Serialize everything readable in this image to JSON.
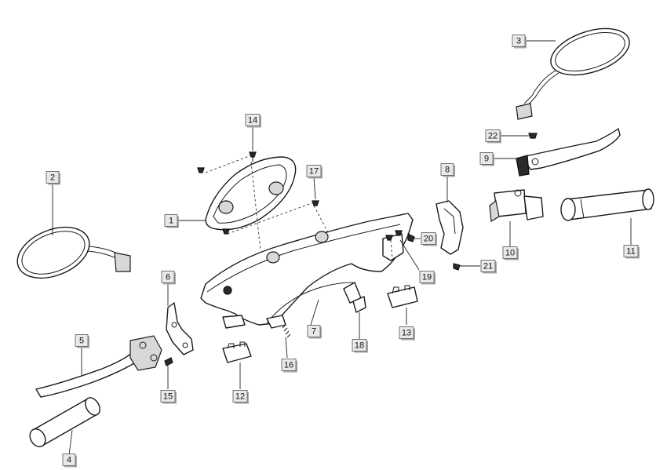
{
  "callouts": [
    {
      "id": "1",
      "label": "1"
    },
    {
      "id": "2",
      "label": "2"
    },
    {
      "id": "3",
      "label": "3"
    },
    {
      "id": "4",
      "label": "4"
    },
    {
      "id": "5",
      "label": "5"
    },
    {
      "id": "6",
      "label": "6"
    },
    {
      "id": "7",
      "label": "7"
    },
    {
      "id": "8",
      "label": "8"
    },
    {
      "id": "9",
      "label": "9"
    },
    {
      "id": "10",
      "label": "10"
    },
    {
      "id": "11",
      "label": "11"
    },
    {
      "id": "12",
      "label": "12"
    },
    {
      "id": "13",
      "label": "13"
    },
    {
      "id": "14",
      "label": "14"
    },
    {
      "id": "15",
      "label": "15"
    },
    {
      "id": "16",
      "label": "16"
    },
    {
      "id": "17",
      "label": "17"
    },
    {
      "id": "18",
      "label": "18"
    },
    {
      "id": "19",
      "label": "19"
    },
    {
      "id": "20",
      "label": "20"
    },
    {
      "id": "21",
      "label": "21"
    },
    {
      "id": "22",
      "label": "22"
    }
  ],
  "colors": {
    "line": "#1a1a1a",
    "callout_fill": "#e9e9e9",
    "callout_shadow": "#a8a8a8",
    "background": "#ffffff"
  }
}
